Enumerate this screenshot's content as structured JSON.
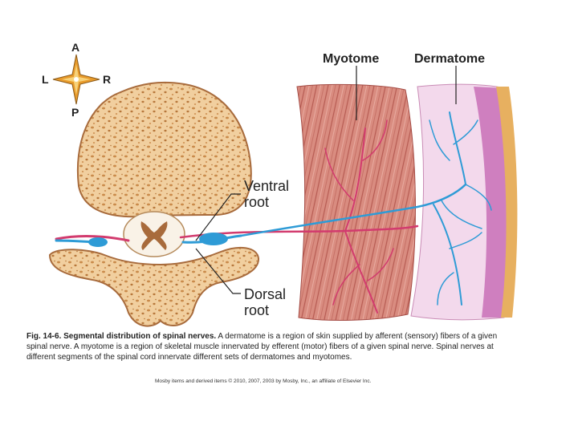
{
  "compass": {
    "anterior": "A",
    "posterior": "P",
    "left": "L",
    "right": "R"
  },
  "labels": {
    "myotome": "Myotome",
    "dermatome": "Dermatome",
    "ventral_root_line1": "Ventral",
    "ventral_root_line2": "root",
    "dorsal_root_line1": "Dorsal",
    "dorsal_root_line2": "root"
  },
  "caption": {
    "title": "Fig. 14-6. Segmental distribution of spinal nerves.",
    "body": " A dermatome is a region of skin supplied by afferent (sensory) fibers of a given spinal nerve. A myotome is a region of skeletal muscle innervated by efferent (motor) fibers of a given spinal nerve. Spinal nerves at different segments of the spinal cord innervate different sets of dermatomes and myotomes."
  },
  "credit": "Mosby items and derived items © 2010, 2007, 2003 by Mosby, Inc., an affiliate of Elsevier Inc.",
  "colors": {
    "bone": "#f1cf9f",
    "bone_pores": "#c98a4a",
    "muscle": "#d98c80",
    "skin": "#f3d9ec",
    "sensory_nerve": "#2e9bd6",
    "motor_nerve": "#d23b6e",
    "gray_matter": "#a86b3c"
  }
}
